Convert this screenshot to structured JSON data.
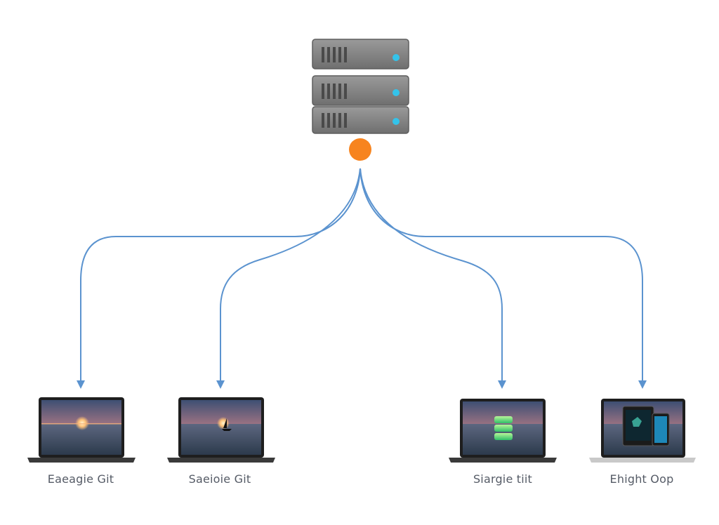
{
  "colors": {
    "server_body": "#8a8a8a",
    "server_led": "#34c3ea",
    "hub_node": "#f7841f",
    "connector": "#5b93cf",
    "sky_top": "#4a5a7a",
    "sky_horizon": "#f08a5a",
    "sea": "#3a4a5e"
  },
  "server": {
    "icon": "server-rack-icon",
    "units": 3
  },
  "hub": {
    "icon": "connection-node-icon"
  },
  "clients": [
    {
      "label": "Eaeagie Git",
      "icon": "laptop-icon",
      "screen": "sunset-sea"
    },
    {
      "label": "Saeioie Git",
      "icon": "laptop-icon",
      "screen": "sunset-sea-sailboat"
    },
    {
      "label": "Siargie tiit",
      "icon": "laptop-icon",
      "screen": "sunset-sea-green-stack"
    },
    {
      "label": "Ehight Oop",
      "icon": "laptop-icon",
      "screen": "sunset-sea-tablets"
    }
  ]
}
